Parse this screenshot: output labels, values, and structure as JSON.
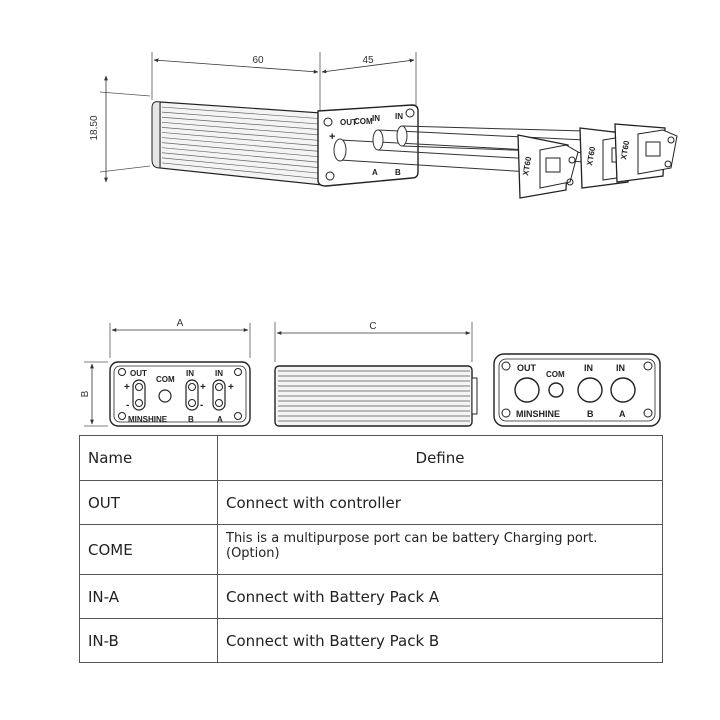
{
  "dimensions": {
    "length": "60",
    "connector_length": "45",
    "height": "18.50",
    "label_a": "A",
    "label_b": "B",
    "label_c": "C"
  },
  "panel_labels": {
    "out": "OUT",
    "com": "COM",
    "in": "IN",
    "brand": "MINSHINE",
    "a": "A",
    "b": "B",
    "plus": "+",
    "minus": "-",
    "connector": "XT60"
  },
  "table": {
    "headers": [
      "Name",
      "Define"
    ],
    "rows": [
      {
        "name": "OUT",
        "define": "Connect with controller"
      },
      {
        "name": "COME",
        "define": "This is a multipurpose port can be battery Charging port. (Option)"
      },
      {
        "name": "IN-A",
        "define": "Connect with Battery Pack A"
      },
      {
        "name": "IN-B",
        "define": "Connect with Battery Pack B"
      }
    ]
  }
}
